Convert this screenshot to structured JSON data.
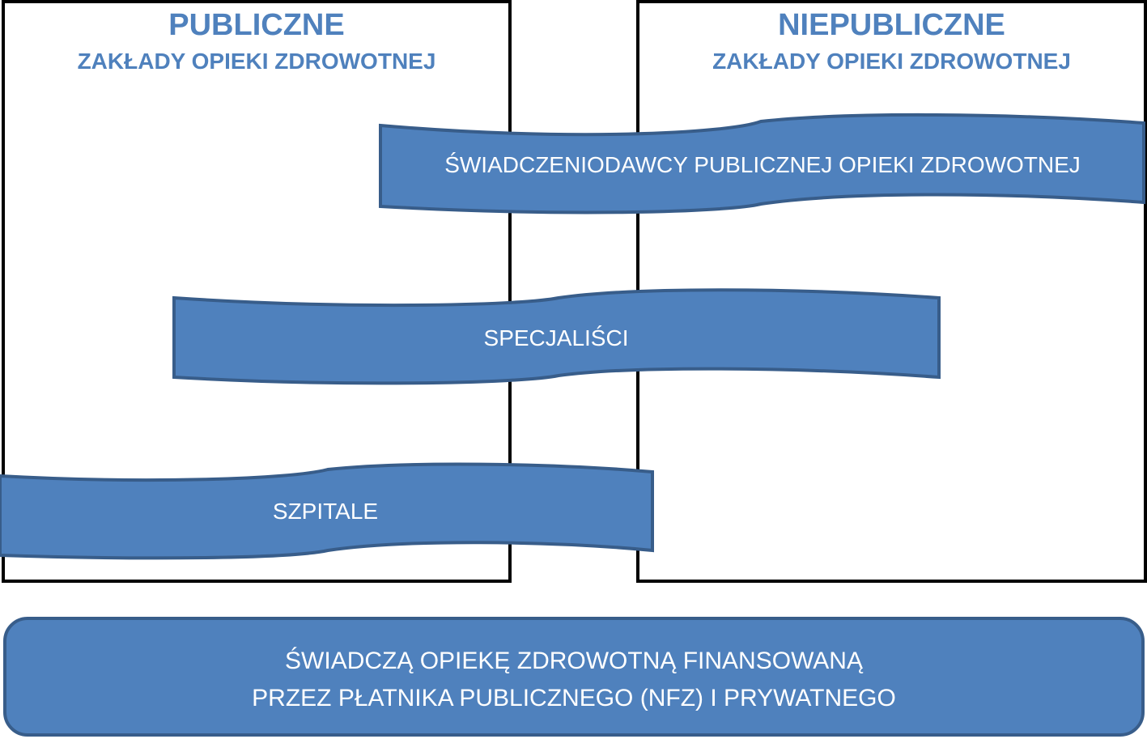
{
  "colors": {
    "accent": "#4f81bd",
    "accent_border": "#385d8a",
    "panel_border": "#000000",
    "banner_text": "#ffffff"
  },
  "panels": {
    "public": {
      "title": "PUBLICZNE",
      "subtitle": "ZAKŁADY OPIEKI ZDROWOTNEJ"
    },
    "private": {
      "title": "NIEPUBLICZNE",
      "subtitle": "ZAKŁADY OPIEKI ZDROWOTNEJ"
    }
  },
  "banners": [
    {
      "label": "ŚWIADCZENIODAWCY  PUBLICZNEJ OPIEKI ZDROWOTNEJ"
    },
    {
      "label": "SPECJALIŚCI"
    },
    {
      "label": "SZPITALE"
    }
  ],
  "footer": {
    "line1": "ŚWIADCZĄ OPIEKĘ ZDROWOTNĄ FINANSOWANĄ",
    "line2": "PRZEZ PŁATNIKA PUBLICZNEGO (NFZ) I PRYWATNEGO"
  }
}
